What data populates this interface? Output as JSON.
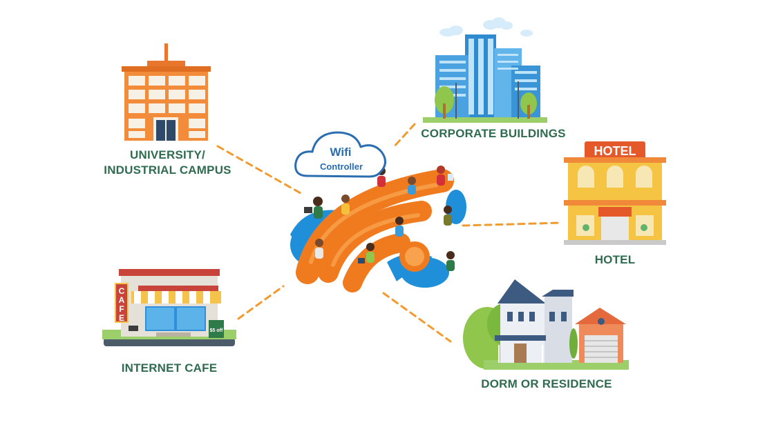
{
  "center": {
    "cloud_line1": "Wifi",
    "cloud_line2": "Controller"
  },
  "locations": {
    "university_line1": "UNIVERSITY/",
    "university_line2": "INDUSTRIAL CAMPUS",
    "corporate": "CORPORATE BUILDINGS",
    "hotel": "HOTEL",
    "hotel_sign": "HOTEL",
    "internet_cafe": "INTERNET CAFE",
    "cafe_sign": "CAFE",
    "cafe_offer": "$5 off",
    "dorm": "DORM OR RESIDENCE"
  },
  "colors": {
    "label_green": "#2f6b4f",
    "connector_orange": "#f29a2e",
    "wifi_orange": "#f07a1e",
    "wifi_blue": "#1e8fd8",
    "cloud_blue": "#2a6db0"
  }
}
